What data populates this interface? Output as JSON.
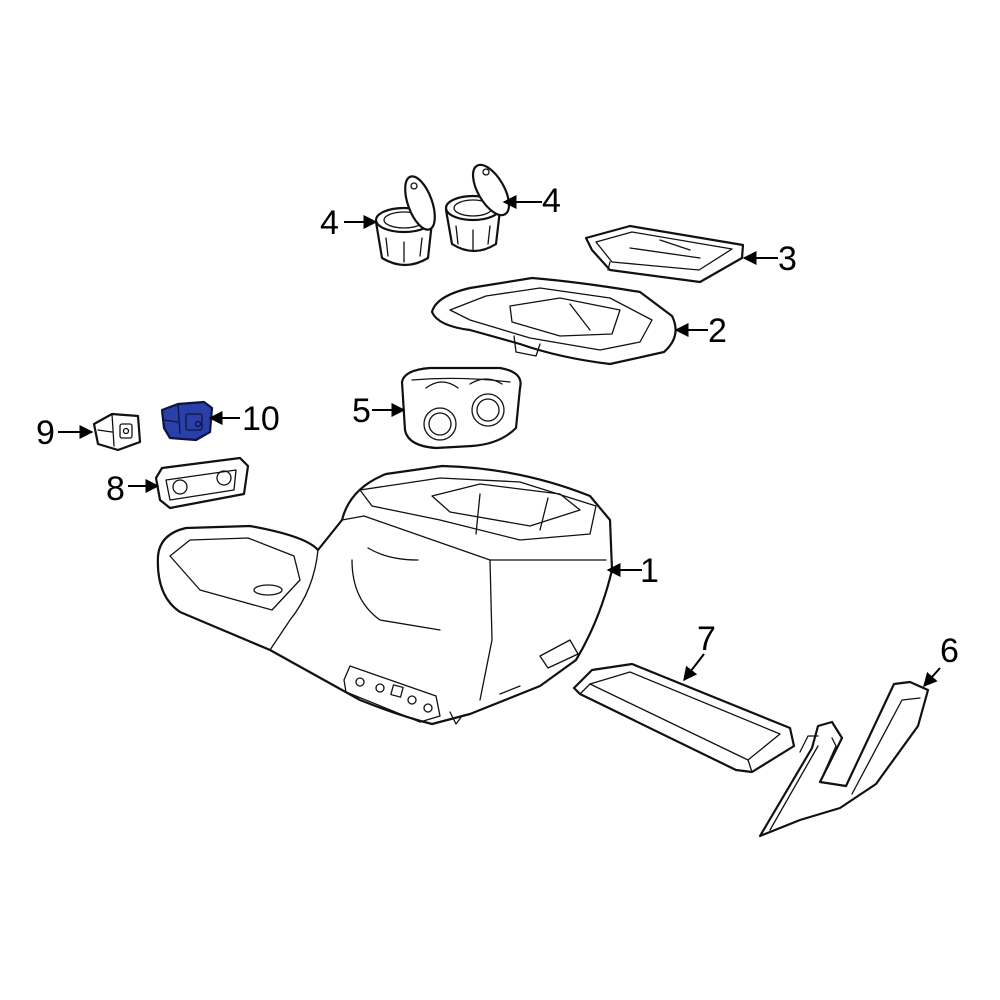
{
  "callouts": {
    "c1": "1",
    "c2": "2",
    "c3": "3",
    "c4a": "4",
    "c4b": "4",
    "c5": "5",
    "c6": "6",
    "c7": "7",
    "c8": "8",
    "c9": "9",
    "c10": "10"
  },
  "colors": {
    "line": "#111111",
    "highlight": "#2a3fa8",
    "background": "#ffffff"
  },
  "highlighted_part": "10"
}
